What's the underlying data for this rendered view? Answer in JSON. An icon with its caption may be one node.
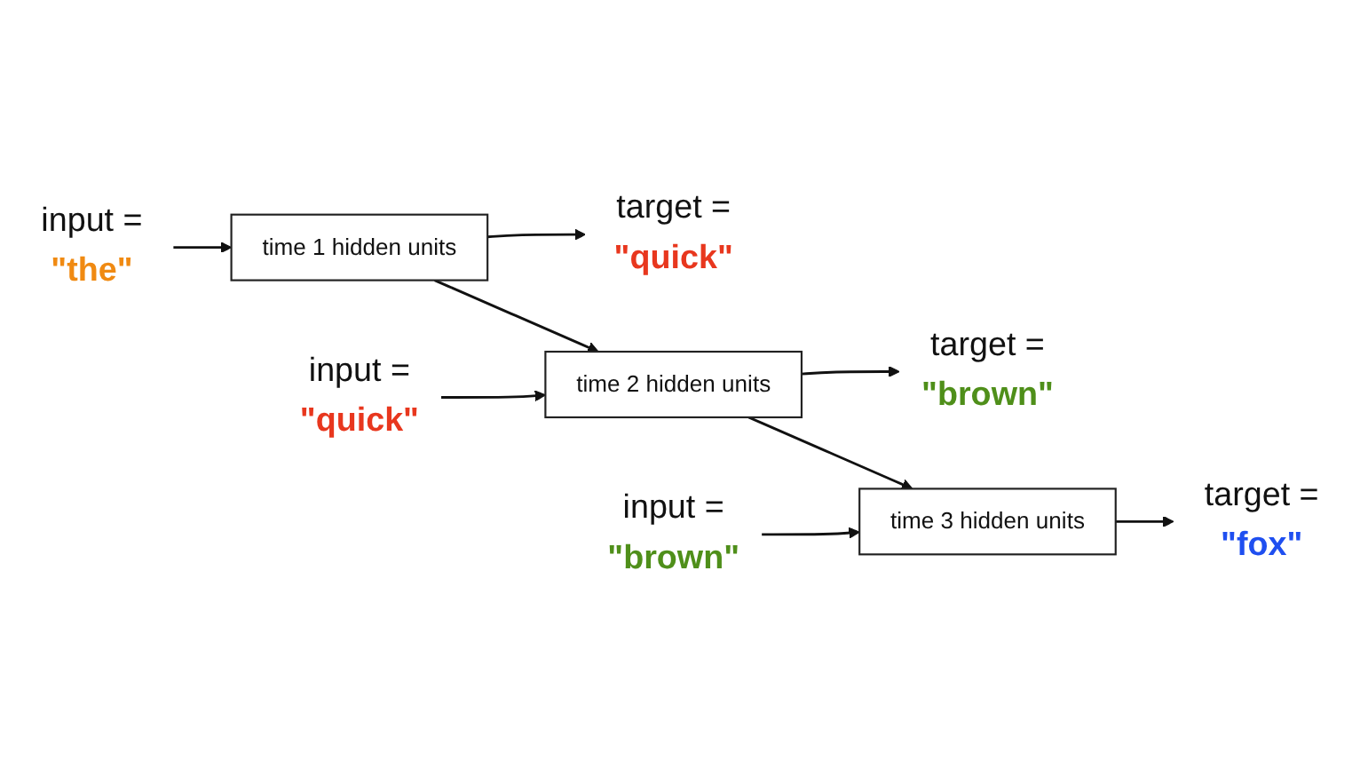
{
  "diagram": {
    "nodes": [
      {
        "text": [
          "target =",
          "\"quick\""
        ]
      },
      {
        "text": [
          "target =",
          "\"brown\""
        ]
      },
      {
        "text": [
          "target =",
          "\"fox\""
        ]
      },
      {
        "text": [
          "time 1 hidden units"
        ]
      },
      {
        "text": [
          "time 2 hidden units"
        ]
      },
      {
        "text": [
          "time 3 hidden units"
        ]
      },
      {
        "text": [
          "input =",
          "\"the\""
        ]
      },
      {
        "text": [
          "input =",
          "\"quick\""
        ]
      },
      {
        "text": [
          "input =",
          "\"brown\""
        ]
      }
    ],
    "edges": [
      {
        "from": 6,
        "to": 3,
        "arrow": "to"
      },
      {
        "from": 3,
        "to": 0,
        "arrow": "to"
      },
      {
        "from": 3,
        "to": 4,
        "arrow": "to"
      },
      {
        "from": 7,
        "to": 4,
        "arrow": "to"
      },
      {
        "from": 4,
        "to": 1,
        "arrow": "to"
      },
      {
        "from": 4,
        "to": 5,
        "arrow": "to"
      },
      {
        "from": 8,
        "to": 5,
        "arrow": "to"
      },
      {
        "from": 5,
        "to": 2,
        "arrow": "to"
      }
    ]
  }
}
